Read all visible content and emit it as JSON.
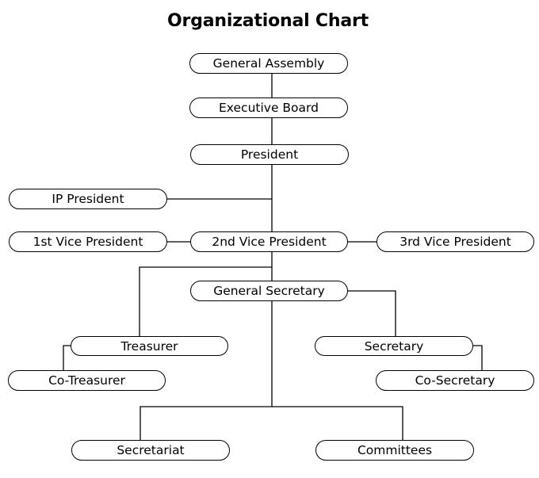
{
  "title": "Organizational Chart",
  "nodes": {
    "general_assembly": "General Assembly",
    "executive_board": "Executive Board",
    "president": "President",
    "ip_president": "IP President",
    "vp1": "1st Vice President",
    "vp2": "2nd Vice President",
    "vp3": "3rd Vice President",
    "general_secretary": "General Secretary",
    "treasurer": "Treasurer",
    "co_treasurer": "Co-Treasurer",
    "secretary": "Secretary",
    "co_secretary": "Co-Secretary",
    "secretariat": "Secretariat",
    "committees": "Committees"
  }
}
